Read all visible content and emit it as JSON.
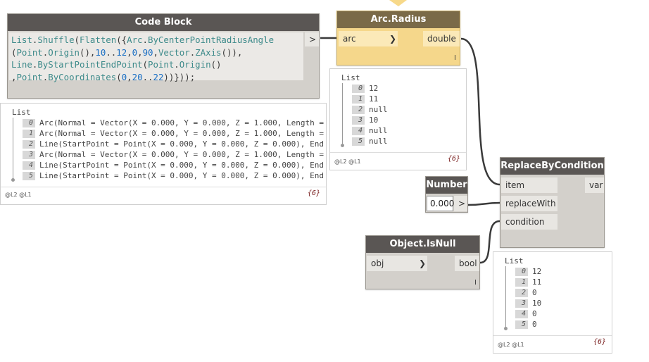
{
  "code_block": {
    "title": "Code Block",
    "lines": [
      [
        {
          "t": "List",
          "c": "kw"
        },
        {
          "t": ".",
          "c": ""
        },
        {
          "t": "Shuffle",
          "c": "kw"
        },
        {
          "t": "(",
          "c": ""
        },
        {
          "t": "Flatten",
          "c": "kw"
        },
        {
          "t": "({",
          "c": ""
        },
        {
          "t": "Arc",
          "c": "kw"
        },
        {
          "t": ".",
          "c": ""
        },
        {
          "t": "ByCenterPointRadiusAngle",
          "c": "kw"
        }
      ],
      [
        {
          "t": "(",
          "c": ""
        },
        {
          "t": "Point",
          "c": "kw"
        },
        {
          "t": ".",
          "c": ""
        },
        {
          "t": "Origin",
          "c": "kw"
        },
        {
          "t": "(),",
          "c": ""
        },
        {
          "t": "10",
          "c": "num"
        },
        {
          "t": "..",
          "c": ""
        },
        {
          "t": "12",
          "c": "num"
        },
        {
          "t": ",",
          "c": ""
        },
        {
          "t": "0",
          "c": "num"
        },
        {
          "t": ",",
          "c": ""
        },
        {
          "t": "90",
          "c": "num"
        },
        {
          "t": ",",
          "c": ""
        },
        {
          "t": "Vector",
          "c": "kw"
        },
        {
          "t": ".",
          "c": ""
        },
        {
          "t": "ZAxis",
          "c": "kw"
        },
        {
          "t": "()),",
          "c": ""
        }
      ],
      [
        {
          "t": "Line",
          "c": "kw"
        },
        {
          "t": ".",
          "c": ""
        },
        {
          "t": "ByStartPointEndPoint",
          "c": "kw"
        },
        {
          "t": "(",
          "c": ""
        },
        {
          "t": "Point",
          "c": "kw"
        },
        {
          "t": ".",
          "c": ""
        },
        {
          "t": "Origin",
          "c": "kw"
        },
        {
          "t": "()",
          "c": ""
        }
      ],
      [
        {
          "t": ",",
          "c": ""
        },
        {
          "t": "Point",
          "c": "kw"
        },
        {
          "t": ".",
          "c": ""
        },
        {
          "t": "ByCoordinates",
          "c": "kw"
        },
        {
          "t": "(",
          "c": ""
        },
        {
          "t": "0",
          "c": "num"
        },
        {
          "t": ",",
          "c": ""
        },
        {
          "t": "20",
          "c": "num"
        },
        {
          "t": "..",
          "c": ""
        },
        {
          "t": "22",
          "c": "num"
        },
        {
          "t": "))}));",
          "c": ""
        }
      ]
    ],
    "output_chevron": ">",
    "preview": {
      "label": "List",
      "rows": [
        {
          "index": "0",
          "value": "Arc(Normal = Vector(X = 0.000, Y = 0.000, Z = 1.000, Length ="
        },
        {
          "index": "1",
          "value": "Arc(Normal = Vector(X = 0.000, Y = 0.000, Z = 1.000, Length ="
        },
        {
          "index": "2",
          "value": "Line(StartPoint = Point(X = 0.000, Y = 0.000, Z = 0.000), End"
        },
        {
          "index": "3",
          "value": "Arc(Normal = Vector(X = 0.000, Y = 0.000, Z = 1.000, Length ="
        },
        {
          "index": "4",
          "value": "Line(StartPoint = Point(X = 0.000, Y = 0.000, Z = 0.000), End"
        },
        {
          "index": "5",
          "value": "Line(StartPoint = Point(X = 0.000, Y = 0.000, Z = 0.000), End"
        }
      ],
      "levels": "@L2 @L1",
      "count": "{6}"
    }
  },
  "arc_radius": {
    "title": "Arc.Radius",
    "input": "arc",
    "output": "double",
    "preview": {
      "label": "List",
      "rows": [
        {
          "index": "0",
          "value": "12"
        },
        {
          "index": "1",
          "value": "11"
        },
        {
          "index": "2",
          "value": "null"
        },
        {
          "index": "3",
          "value": "10"
        },
        {
          "index": "4",
          "value": "null"
        },
        {
          "index": "5",
          "value": "null"
        }
      ],
      "levels": "@L2 @L1",
      "count": "{6}"
    }
  },
  "number": {
    "title": "Number",
    "value": "0.000",
    "chevron": ">"
  },
  "replace_by_condition": {
    "title": "ReplaceByCondition",
    "inputs": [
      "item",
      "replaceWith",
      "condition"
    ],
    "output": "var",
    "preview": {
      "label": "List",
      "rows": [
        {
          "index": "0",
          "value": "12"
        },
        {
          "index": "1",
          "value": "11"
        },
        {
          "index": "2",
          "value": "0"
        },
        {
          "index": "3",
          "value": "10"
        },
        {
          "index": "4",
          "value": "0"
        },
        {
          "index": "5",
          "value": "0"
        }
      ],
      "levels": "@L2 @L1",
      "count": "{6}"
    }
  },
  "object_is_null": {
    "title": "Object.IsNull",
    "input": "obj",
    "output": "bool"
  },
  "colors": {
    "wire": "#3a3a3a",
    "header": "#5a5654",
    "selected_header": "#7a6a48",
    "selected_port": "#f7d98a"
  }
}
